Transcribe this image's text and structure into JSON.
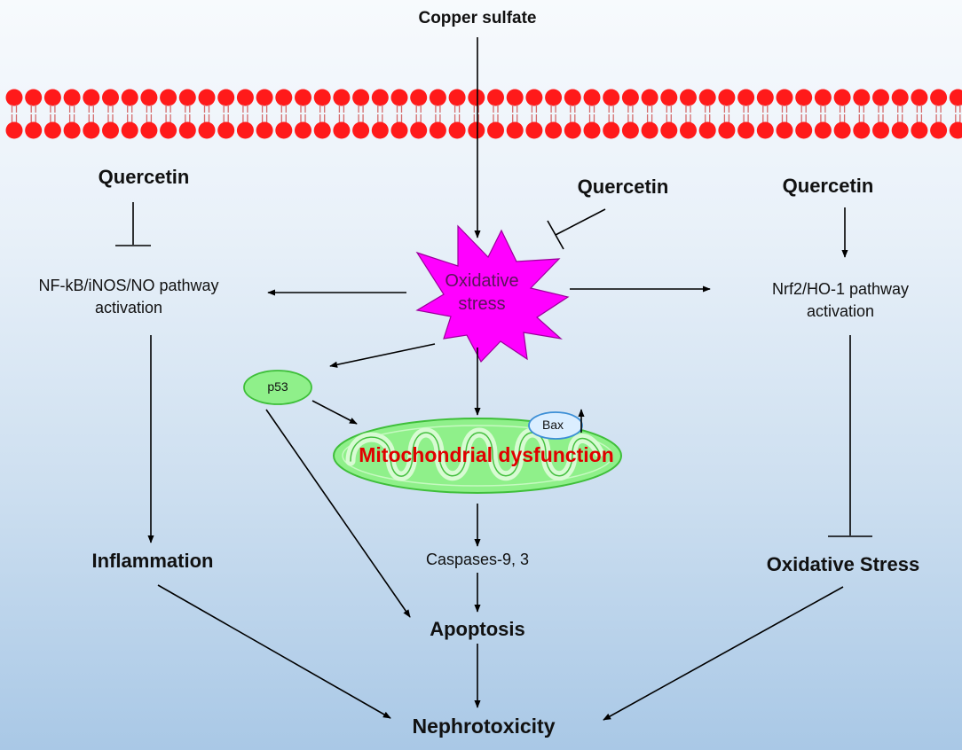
{
  "input": "Copper sulfate",
  "quercetin_left": "Quercetin",
  "quercetin_center": "Quercetin",
  "quercetin_right": "Quercetin",
  "oxidative_stress_center": [
    "Oxidative",
    "stress"
  ],
  "nfkb_pathway": [
    "NF-kB/iNOS/NO pathway",
    "activation"
  ],
  "nrf2_pathway": [
    "Nrf2/HO-1 pathway",
    "activation"
  ],
  "p53": "p53",
  "bax": "Bax",
  "mitochondrial_dysfunction": "Mitochondrial dysfunction",
  "caspases": "Caspases-9, 3",
  "inflammation": "Inflammation",
  "oxidative_stress_outcome": "Oxidative Stress",
  "apoptosis": "Apoptosis",
  "nephrotoxicity": "Nephrotoxicity",
  "colors": {
    "membrane": "#ff1a1a",
    "starburst": "#ff00ff",
    "mitochondria": "#8ff08a",
    "mito_label": "#e00000",
    "bax_fill": "#dbeeff",
    "bax_stroke": "#3c8fd6"
  }
}
